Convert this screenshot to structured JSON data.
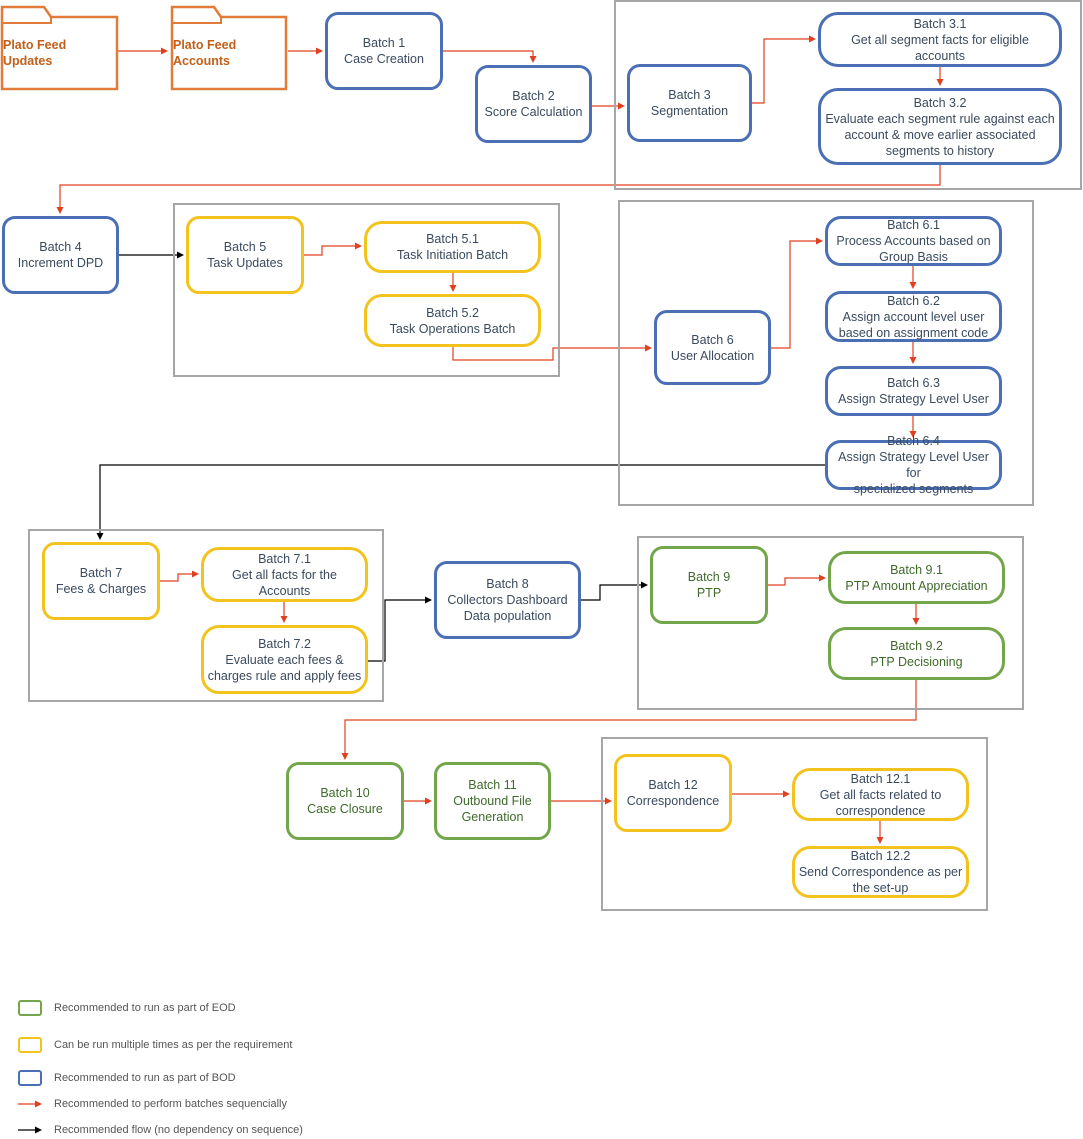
{
  "colors": {
    "bod_blue": "#4a6fb5",
    "multi_yellow": "#f2c31c",
    "eod_green": "#73a64a",
    "feed_orange": "#e07b39",
    "sequential_arrow": "#e0401f",
    "flow_arrow": "#000000",
    "group_border": "#a6a6a6"
  },
  "feeds": {
    "updates": [
      "Plato Feed",
      "Updates"
    ],
    "accounts": [
      "Plato Feed",
      "Accounts"
    ]
  },
  "nodes": {
    "b1": [
      "Batch 1",
      "Case Creation"
    ],
    "b2": [
      "Batch 2",
      "Score Calculation"
    ],
    "b3": [
      "Batch 3",
      "Segmentation"
    ],
    "b3_1": [
      "Batch 3.1",
      "Get all segment facts for eligible",
      "accounts"
    ],
    "b3_2": [
      "Batch 3.2",
      "Evaluate each segment rule against each",
      "account & move earlier associated",
      "segments to history"
    ],
    "b4": [
      "Batch 4",
      "Increment DPD"
    ],
    "b5": [
      "Batch 5",
      "Task Updates"
    ],
    "b5_1": [
      "Batch 5.1",
      "Task Initiation Batch"
    ],
    "b5_2": [
      "Batch 5.2",
      "Task Operations Batch"
    ],
    "b6": [
      "Batch 6",
      "User Allocation"
    ],
    "b6_1": [
      "Batch 6.1",
      "Process Accounts based on",
      "Group Basis"
    ],
    "b6_2": [
      "Batch 6.2",
      "Assign account level user",
      "based on assignment code"
    ],
    "b6_3": [
      "Batch 6.3",
      "Assign Strategy Level User"
    ],
    "b6_4": [
      "Batch 6.4",
      "Assign Strategy Level User for",
      "specialized segments"
    ],
    "b7": [
      "Batch 7",
      "Fees & Charges"
    ],
    "b7_1": [
      "Batch 7.1",
      "Get all facts for the",
      "Accounts"
    ],
    "b7_2": [
      "Batch 7.2",
      "Evaluate each fees &",
      "charges rule and apply fees"
    ],
    "b8": [
      "Batch 8",
      "Collectors Dashboard",
      "Data population"
    ],
    "b9": [
      "Batch 9",
      "PTP"
    ],
    "b9_1": [
      "Batch 9.1",
      "PTP Amount Appreciation"
    ],
    "b9_2": [
      "Batch 9.2",
      "PTP Decisioning"
    ],
    "b10": [
      "Batch 10",
      "Case Closure"
    ],
    "b11": [
      "Batch 11",
      "Outbound File",
      "Generation"
    ],
    "b12": [
      "Batch 12",
      "Correspondence"
    ],
    "b12_1": [
      "Batch 12.1",
      "Get all facts related to",
      "correspondence"
    ],
    "b12_2": [
      "Batch 12.2",
      "Send Correspondence as per",
      "the set-up"
    ]
  },
  "legend": {
    "eod": "Recommended to run as part of EOD",
    "multiple": "Can be run multiple times as per the requirement",
    "bod": "Recommended to run as part of BOD",
    "sequential": "Recommended to perform batches sequencially",
    "flow": "Recommended flow (no dependency on sequence)"
  }
}
